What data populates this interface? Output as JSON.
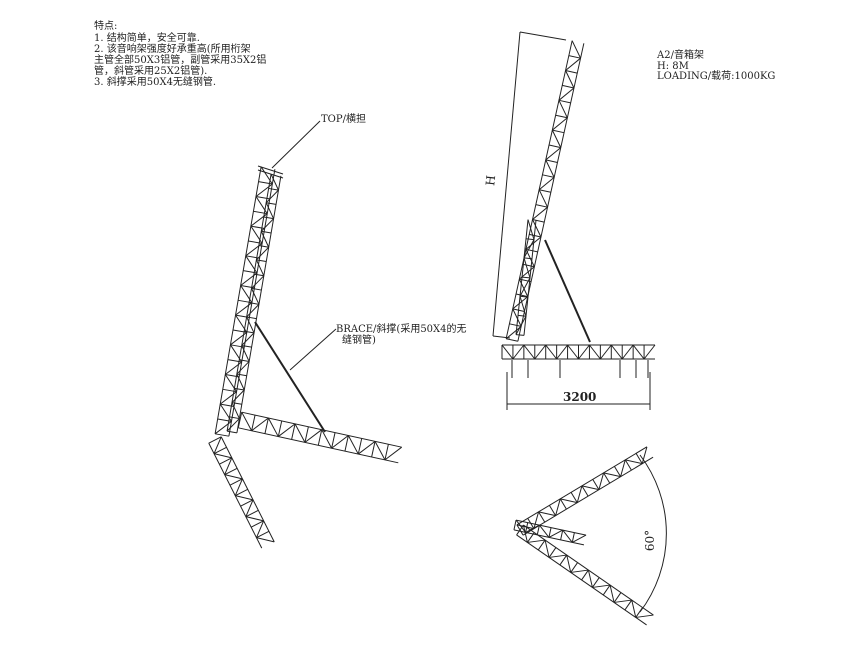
{
  "features": {
    "title": "特点:",
    "lines": [
      "1. 结构简单，安全可靠.",
      "2. 该音响架强度好承重高(所用桁架",
      "主管全部50X3铝管，副管采用35X2铝",
      "管，斜管采用25X2铝管).",
      "3. 斜撑采用50X4无缝钢管."
    ]
  },
  "specs": {
    "model": "A2/音箱架",
    "height": "H: 8M",
    "loading": "LOADING/载荷:1000KG"
  },
  "callouts": {
    "top": "TOP/横担",
    "brace_line1": "BRACE/斜撑(采用50X4的无",
    "brace_line2": "缝钢管)"
  },
  "dimensions": {
    "height_label": "H",
    "width_label": "3200",
    "angle_label": "60°"
  }
}
